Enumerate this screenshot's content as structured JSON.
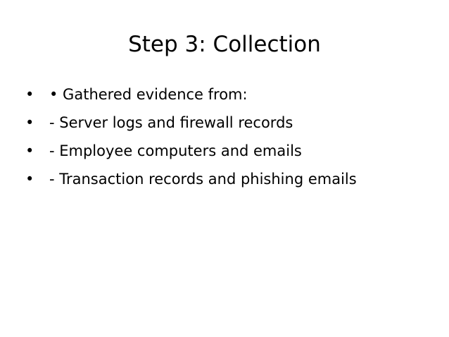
{
  "slide": {
    "title": "Step 3: Collection",
    "bullet_symbol": "•",
    "items": [
      "• Gathered evidence from:",
      " - Server logs and firewall records",
      " - Employee computers and emails",
      " - Transaction records and phishing emails"
    ]
  }
}
